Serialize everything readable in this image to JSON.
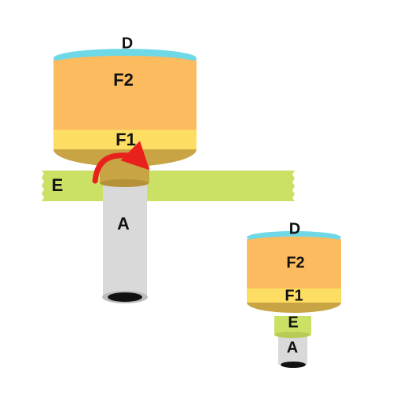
{
  "labels": {
    "big": {
      "d": "D",
      "f2": "F2",
      "f1": "F1",
      "e": "E",
      "a": "A"
    },
    "small": {
      "d": "D",
      "f2": "F2",
      "f1": "F1",
      "e": "E",
      "a": "A"
    }
  },
  "colors": {
    "d_layer": "#6fd8e6",
    "f2_layer": "#fbbb5e",
    "f1_layer": "#fddd62",
    "bottom_rim": "#c8a445",
    "e_tape": "#cbe166",
    "tube": "#d9d9d9",
    "tube_hole": "#111111",
    "arrow": "#e8211c"
  }
}
